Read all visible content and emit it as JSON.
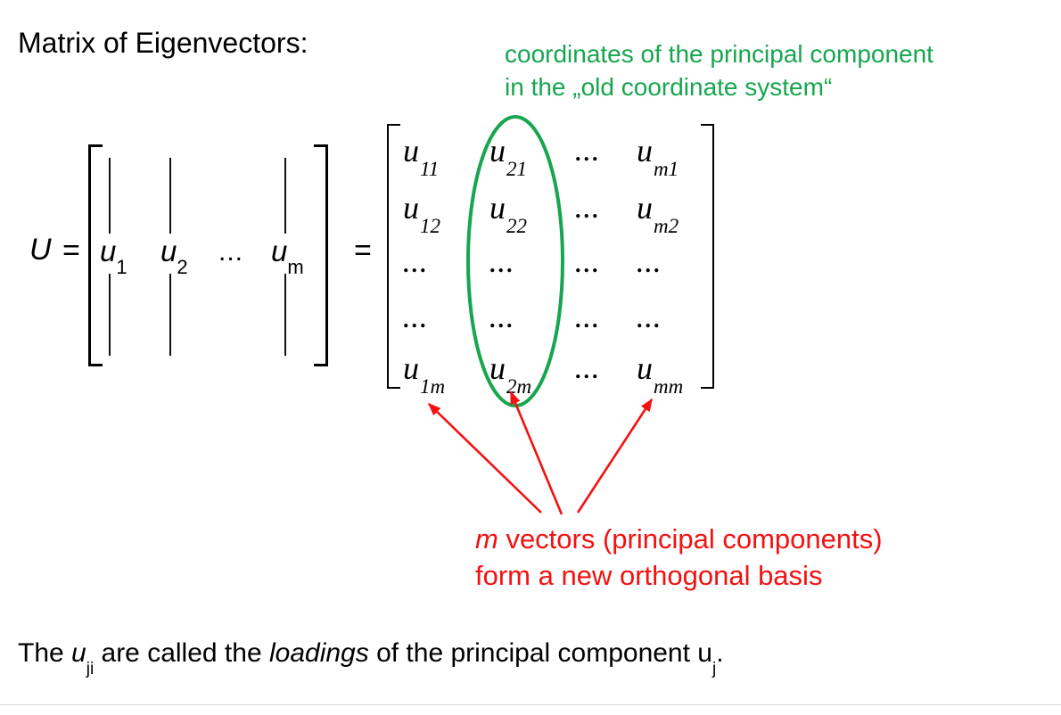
{
  "colors": {
    "green": "#17a64f",
    "red": "#f31111",
    "text": "#000000",
    "divider": "#d9d9d9"
  },
  "title": "Matrix of Eigenvectors:",
  "green_note": {
    "line1": "coordinates of the principal component",
    "line2": "in the „old coordinate system“"
  },
  "equation": {
    "lhs": "U",
    "eq1": "=",
    "eq2": "=",
    "left_matrix": {
      "col1": {
        "base": "u",
        "sub": "1"
      },
      "col2": {
        "base": "u",
        "sub": "2"
      },
      "dots": "...",
      "colm": {
        "base": "u",
        "sub": "m"
      }
    },
    "right_matrix": {
      "rows": [
        [
          {
            "base": "u",
            "sub": "11"
          },
          {
            "base": "u",
            "sub": "21"
          },
          {
            "dots": "..."
          },
          {
            "base": "u",
            "sub": "m1"
          }
        ],
        [
          {
            "base": "u",
            "sub": "12"
          },
          {
            "base": "u",
            "sub": "22"
          },
          {
            "dots": "..."
          },
          {
            "base": "u",
            "sub": "m2"
          }
        ],
        [
          {
            "dots": "..."
          },
          {
            "dots": "..."
          },
          {
            "dots": "..."
          },
          {
            "dots": "..."
          }
        ],
        [
          {
            "dots": "..."
          },
          {
            "dots": "..."
          },
          {
            "dots": "..."
          },
          {
            "dots": "..."
          }
        ],
        [
          {
            "base": "u",
            "sub": "1m"
          },
          {
            "base": "u",
            "sub": "2m"
          },
          {
            "dots": "..."
          },
          {
            "base": "u",
            "sub": "mm"
          }
        ]
      ]
    }
  },
  "red_note": {
    "m": "m",
    "line1_rest": " vectors (principal components)",
    "line2": "form a new orthogonal basis"
  },
  "bottom_note": {
    "part1": "The ",
    "u_ji_base": "u",
    "u_ji_sub": "ji",
    "part2": " are called the ",
    "loadings": "loadings",
    "part3": " of the principal component ",
    "u_j_base": "u",
    "u_j_sub": "j",
    "period": "."
  }
}
